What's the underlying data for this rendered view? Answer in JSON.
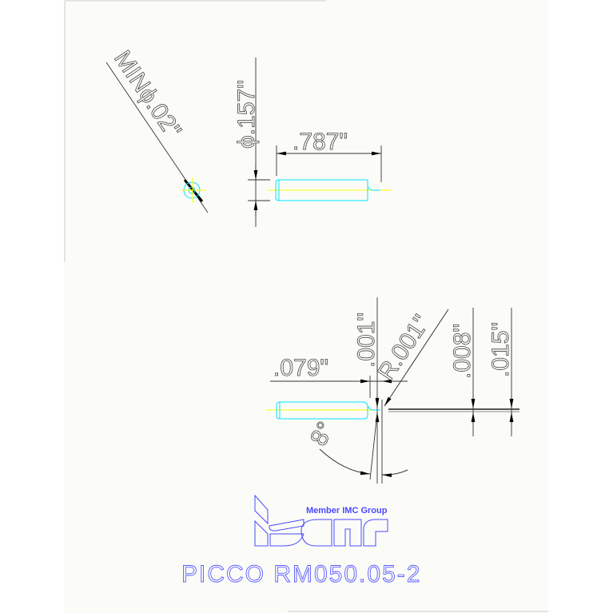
{
  "drawing": {
    "top_view": {
      "min_diameter": "MINϕ.02\"",
      "shank_diameter": "ϕ.157\"",
      "overall_length": ".787\""
    },
    "detail_view": {
      "length": ".079\"",
      "tip_offset": ".001\"",
      "radius": "R.001\"",
      "width_1": ".008\"",
      "width_2": ".015\"",
      "angle": "8°"
    }
  },
  "logo": {
    "brand": "iscar",
    "tagline": "Member IMC Group"
  },
  "part_number": "PICCO RM050.05-2",
  "colors": {
    "background": "#fbfcf8",
    "dimension": "#333333",
    "part_outline": "#00e5ff",
    "centerline": "#ffff00",
    "brand": "#4a4aff"
  }
}
